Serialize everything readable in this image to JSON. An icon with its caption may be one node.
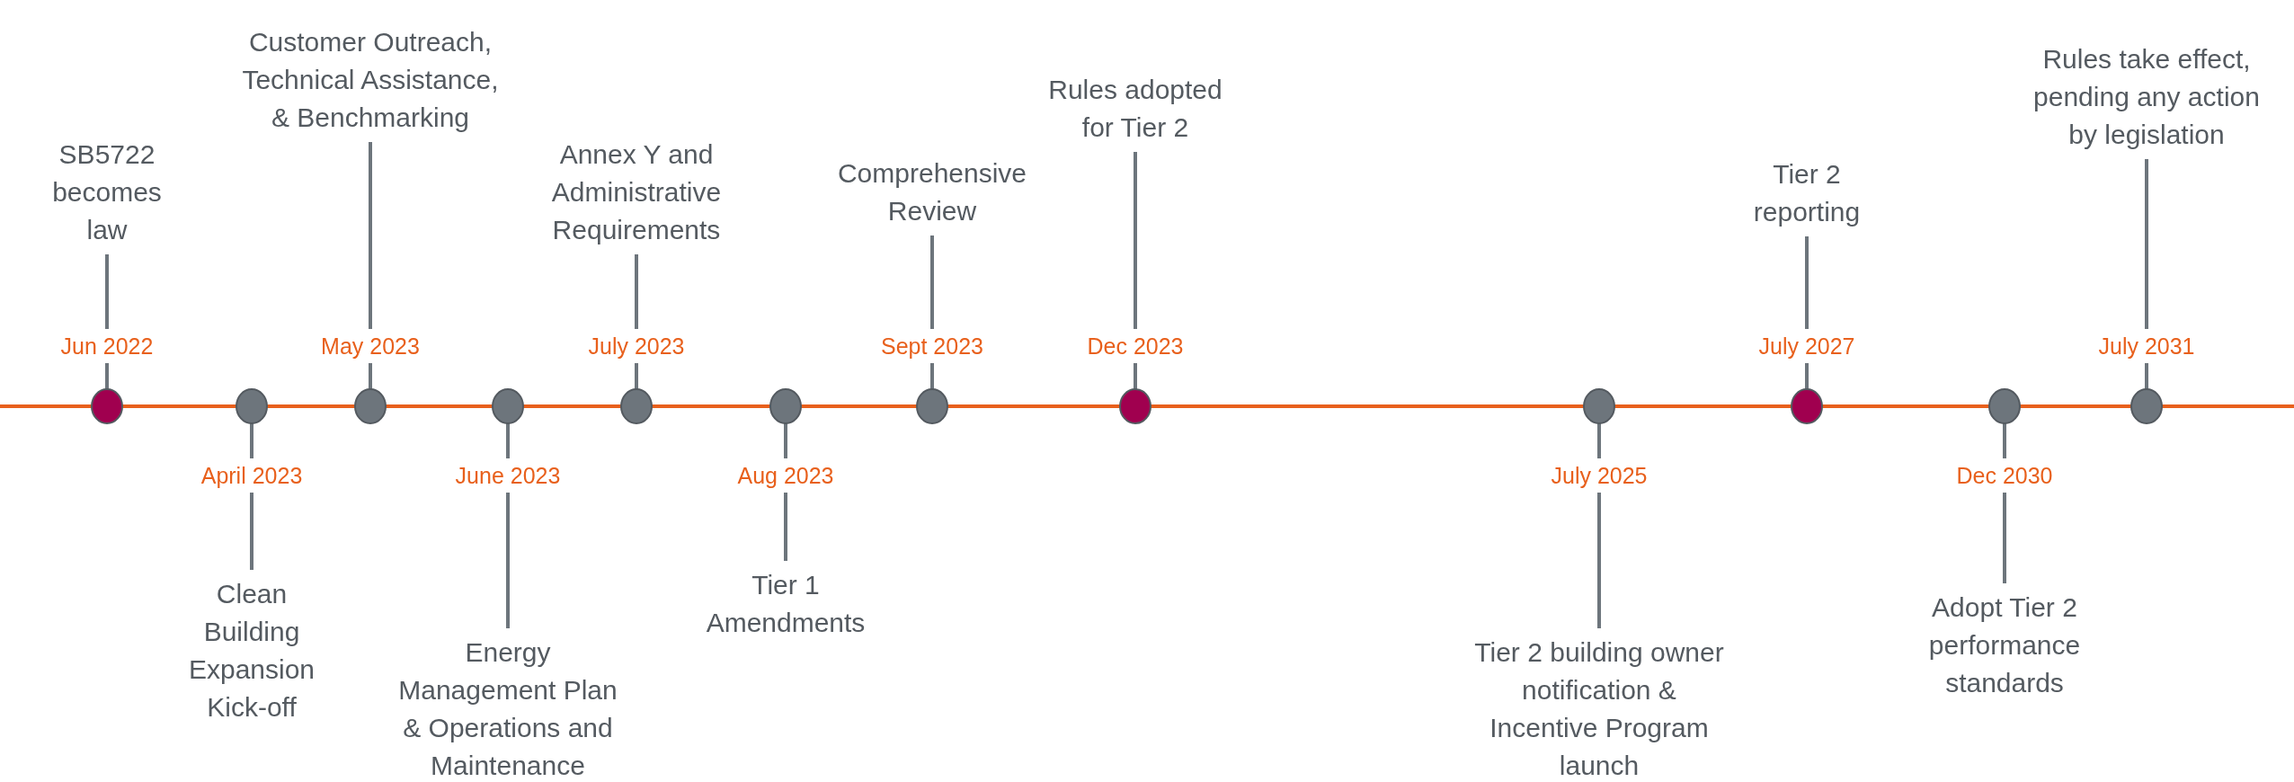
{
  "diagram": {
    "nodes": [
      {
        "text": [
          "SB5722 becomes law"
        ]
      },
      {
        "text": [],
        "shape": "circle",
        "beside": [
          "Jun 2022"
        ]
      },
      {
        "text": [
          "Clean Building Expansion Kick-off"
        ]
      },
      {
        "text": [],
        "shape": "circle",
        "beside": [
          "April 2023"
        ]
      },
      {
        "text": [
          "Customer  Outreach, Technical Assistance, & Benchmarking"
        ]
      },
      {
        "text": [],
        "shape": "circle",
        "beside": [
          "May 2023"
        ]
      },
      {
        "text": [
          "Energy Management  Plan & Operations  and Maintenance"
        ]
      },
      {
        "text": [],
        "shape": "circle",
        "beside": [
          "June 2023"
        ]
      },
      {
        "text": [
          "Annex Y and Administrative Requirements"
        ]
      },
      {
        "text": [],
        "shape": "circle",
        "beside": [
          "July 2023"
        ]
      },
      {
        "text": [
          "Tier 1 Amendments"
        ]
      },
      {
        "text": [],
        "shape": "circle",
        "beside": [
          "Aug 2023"
        ]
      },
      {
        "text": [
          "Comprehensive Review"
        ]
      },
      {
        "text": [],
        "shape": "circle",
        "beside": [
          "Sept 2023"
        ]
      },
      {
        "text": [
          "Rules adopted for Tier 2"
        ]
      },
      {
        "text": [],
        "shape": "circle",
        "beside": [
          "Dec 2023"
        ]
      },
      {
        "text": [
          "Tier 2 building owner notification & Incentive Program launch"
        ]
      },
      {
        "text": [],
        "shape": "circle",
        "beside": [
          "July 2025"
        ]
      },
      {
        "text": [
          "Tier 2 reporting"
        ]
      },
      {
        "text": [],
        "shape": "circle",
        "beside": [
          "July 2027"
        ]
      },
      {
        "text": [
          "Adopt Tier 2 performance standards"
        ]
      },
      {
        "text": [],
        "shape": "circle",
        "beside": [
          "Dec 2030"
        ]
      },
      {
        "text": [
          "Rules take effect, pending any action by legislation"
        ]
      },
      {
        "text": [],
        "shape": "circle",
        "beside": [
          "July 2031"
        ]
      }
    ],
    "edges": [
      {
        "from": 0,
        "to": 1,
        "arrow": "none"
      },
      {
        "from": 2,
        "to": 3,
        "arrow": "none"
      },
      {
        "from": 4,
        "to": 5,
        "arrow": "none"
      },
      {
        "from": 6,
        "to": 7,
        "arrow": "none"
      },
      {
        "from": 8,
        "to": 9,
        "arrow": "none"
      },
      {
        "from": 10,
        "to": 11,
        "arrow": "none"
      },
      {
        "from": 12,
        "to": 13,
        "arrow": "none"
      },
      {
        "from": 14,
        "to": 15,
        "arrow": "none"
      },
      {
        "from": 16,
        "to": 17,
        "arrow": "none"
      },
      {
        "from": 18,
        "to": 19,
        "arrow": "none"
      },
      {
        "from": 20,
        "to": 21,
        "arrow": "none"
      },
      {
        "from": 22,
        "to": 23,
        "arrow": "none"
      }
    ]
  }
}
